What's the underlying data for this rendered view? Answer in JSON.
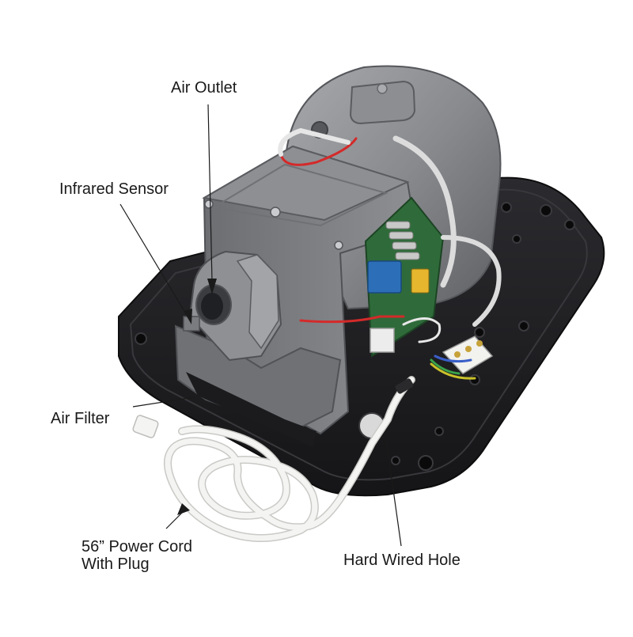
{
  "labels": {
    "air_outlet": "Air Outlet",
    "infrared_sensor": "Infrared Sensor",
    "air_filter": "Air Filter",
    "power_cord_line1": "56” Power Cord",
    "power_cord_line2": "With Plug",
    "hard_wired_hole": "Hard Wired Hole"
  },
  "colors": {
    "base_plate": "#1e1e21",
    "housing": "#77797d",
    "housing_light": "#9a9ca0",
    "pcb": "#2f6b3a",
    "cord": "#f4f4f2",
    "wire_red": "#d42a2a",
    "capacitor": "#2c6fb8"
  }
}
